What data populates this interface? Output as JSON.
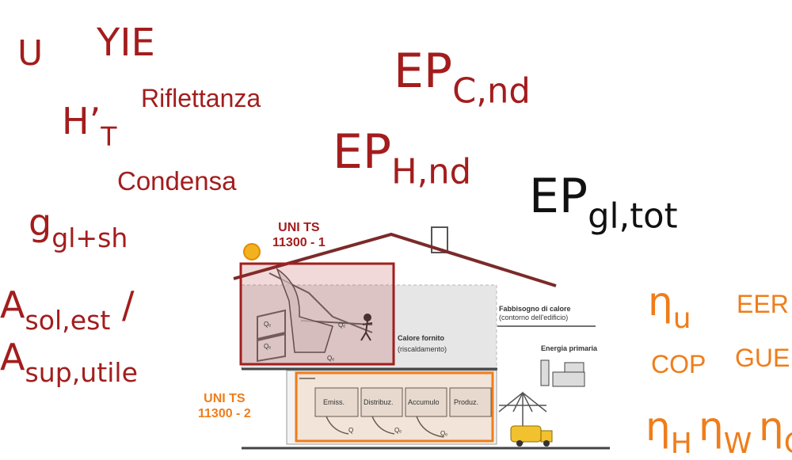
{
  "colors": {
    "red": "#a31d1d",
    "orange": "#ef7d1a",
    "black": "#111111"
  },
  "terms": {
    "u": "U",
    "yie": "YIE",
    "ht_main": "H’",
    "ht_sub": "T",
    "riflettanza": "Riflettanza",
    "condensa": "Condensa",
    "ggl_main": "g",
    "ggl_sub": "gl+sh",
    "asol_main": "A",
    "asol_sub": "sol,est",
    "slash": "/",
    "asup_main": "A",
    "asup_sub": "sup,utile",
    "epc_main": "EP",
    "epc_sub": "C,nd",
    "eph_main": "EP",
    "eph_sub": "H,nd",
    "epgl_main": "EP",
    "epgl_sub": "gl,tot",
    "eta_u_main": "η",
    "eta_u_sub": "u",
    "eer": "EER",
    "cop": "COP",
    "gue": "GUE",
    "eta_h_main": "η",
    "eta_h_sub": "H",
    "eta_w_main": "η",
    "eta_w_sub": "W",
    "eta_c_main": "η",
    "eta_c_sub": "C"
  },
  "standards": {
    "part1_line1": "UNI TS",
    "part1_line2": "11300 - 1",
    "part2_line1": "UNI TS",
    "part2_line2": "11300 - 2"
  },
  "diagram": {
    "fabbisogno_line1": "Fabbisogno di calore",
    "fabbisogno_line2": "(contorno dell'edificio)",
    "calore_line1": "Calore fornito",
    "calore_line2": "(riscaldamento)",
    "energia_primaria": "Energia primaria",
    "boxes": [
      "Emiss.",
      "Distribuz.",
      "Accumulo",
      "Produz."
    ],
    "q_labels": [
      "Qₑ",
      "Qₑ",
      "Qₑ",
      "Qₑ",
      "Q",
      "Qₑ",
      "Qₑ"
    ]
  }
}
